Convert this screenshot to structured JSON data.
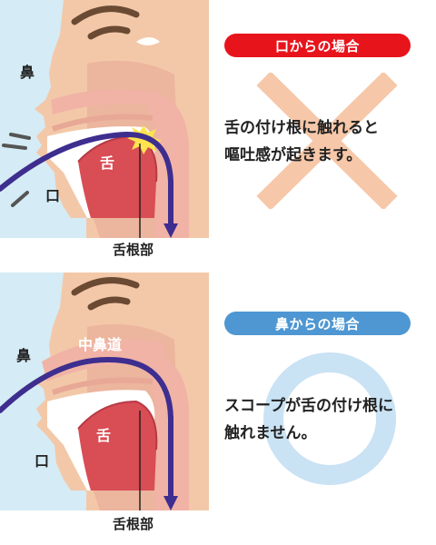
{
  "colors": {
    "red_accent": "#e8141c",
    "blue_accent": "#4e97d2",
    "scope": "#3d2e8f",
    "cross_mark": "#f6c7a8",
    "circle_mark": "#c9e2f4",
    "skin": "#f3c8a8",
    "bg_blue": "#d5ebf5"
  },
  "mouth_panel": {
    "label_nose": "鼻",
    "label_tongue": "舌",
    "label_mouth": "口",
    "label_tongue_root": "舌根部",
    "heading": "口からの場合",
    "desc_line1": "舌の付け根に触れると",
    "desc_line2": "嘔吐感が起きます。",
    "mark_icon": "cross-mark-icon"
  },
  "nose_panel": {
    "label_nose": "鼻",
    "label_nasal_passage": "中鼻道",
    "label_tongue": "舌",
    "label_mouth": "口",
    "label_tongue_root": "舌根部",
    "heading": "鼻からの場合",
    "desc_line1": "スコープが舌の付け根に",
    "desc_line2": "触れません。",
    "mark_icon": "circle-mark-icon"
  }
}
